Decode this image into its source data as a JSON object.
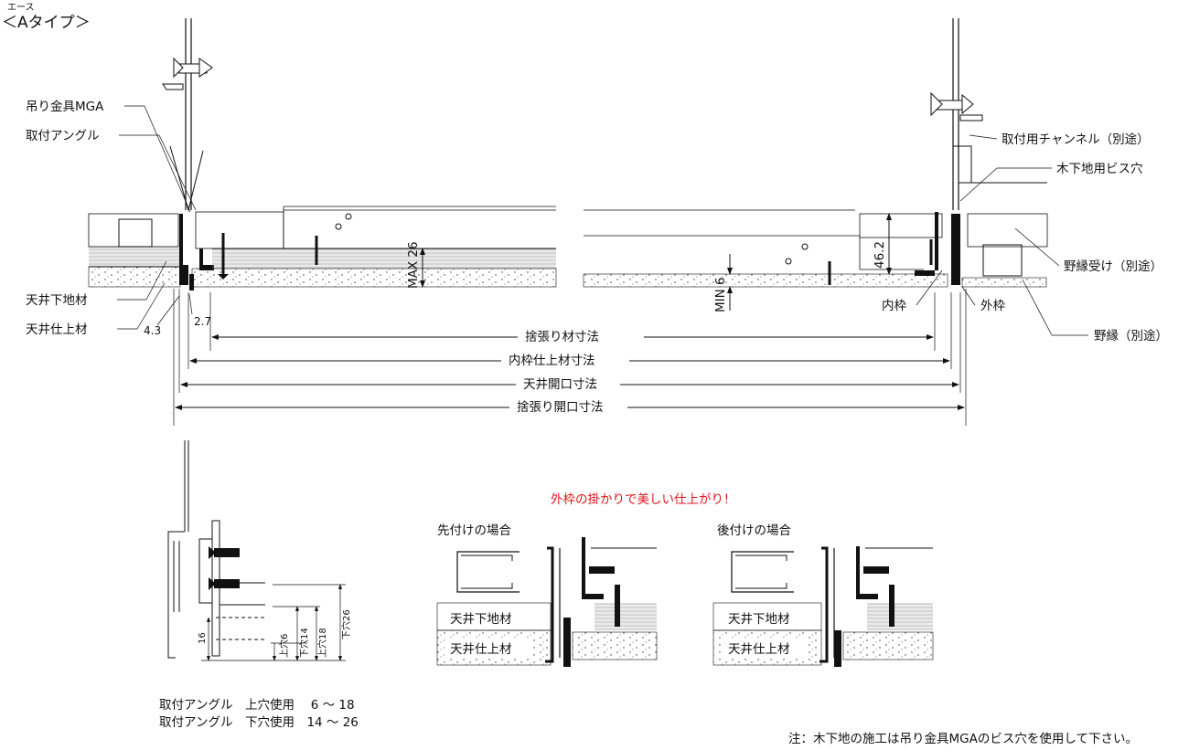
{
  "header": {
    "ruby": "エース",
    "title": "＜Aタイプ＞"
  },
  "labels": {
    "hanger": "吊り金具MGA",
    "angle": "取付アングル",
    "ceiling_base": "天井下地材",
    "ceiling_finish": "天井仕上材",
    "channel": "取付用チャンネル（別途）",
    "screw_hole": "木下地用ビス穴",
    "joist_receiver": "野縁受け（別途）",
    "joist": "野縁（別途）",
    "inner_frame": "内枠",
    "outer_frame": "外枠"
  },
  "dims": {
    "d43": "4.3",
    "d27": "2.7",
    "max26": "MAX 26",
    "min6": "MIN 6",
    "d462": "46.2",
    "sute_material": "捨張り材寸法",
    "inner_finish": "内枠仕上材寸法",
    "ceiling_opening": "天井開口寸法",
    "sute_opening": "捨張り開口寸法"
  },
  "detail": {
    "d16": "16",
    "upper6": "上穴6",
    "lower14": "下穴14",
    "upper18": "上穴18",
    "lower26": "下穴26",
    "note_line1": "取付アングル　上穴使用　 6 ～ 18",
    "note_line2": "取付アングル　下穴使用　14 ～ 26"
  },
  "compare": {
    "headline": "外枠の掛かりで美しい仕上がり！",
    "pre_title": "先付けの場合",
    "post_title": "後付けの場合",
    "base": "天井下地材",
    "finish": "天井仕上材"
  },
  "footnote": "注：木下地の施工は吊り金具MGAのビス穴を使用して下さい。",
  "colors": {
    "headline": "#e0161b"
  }
}
